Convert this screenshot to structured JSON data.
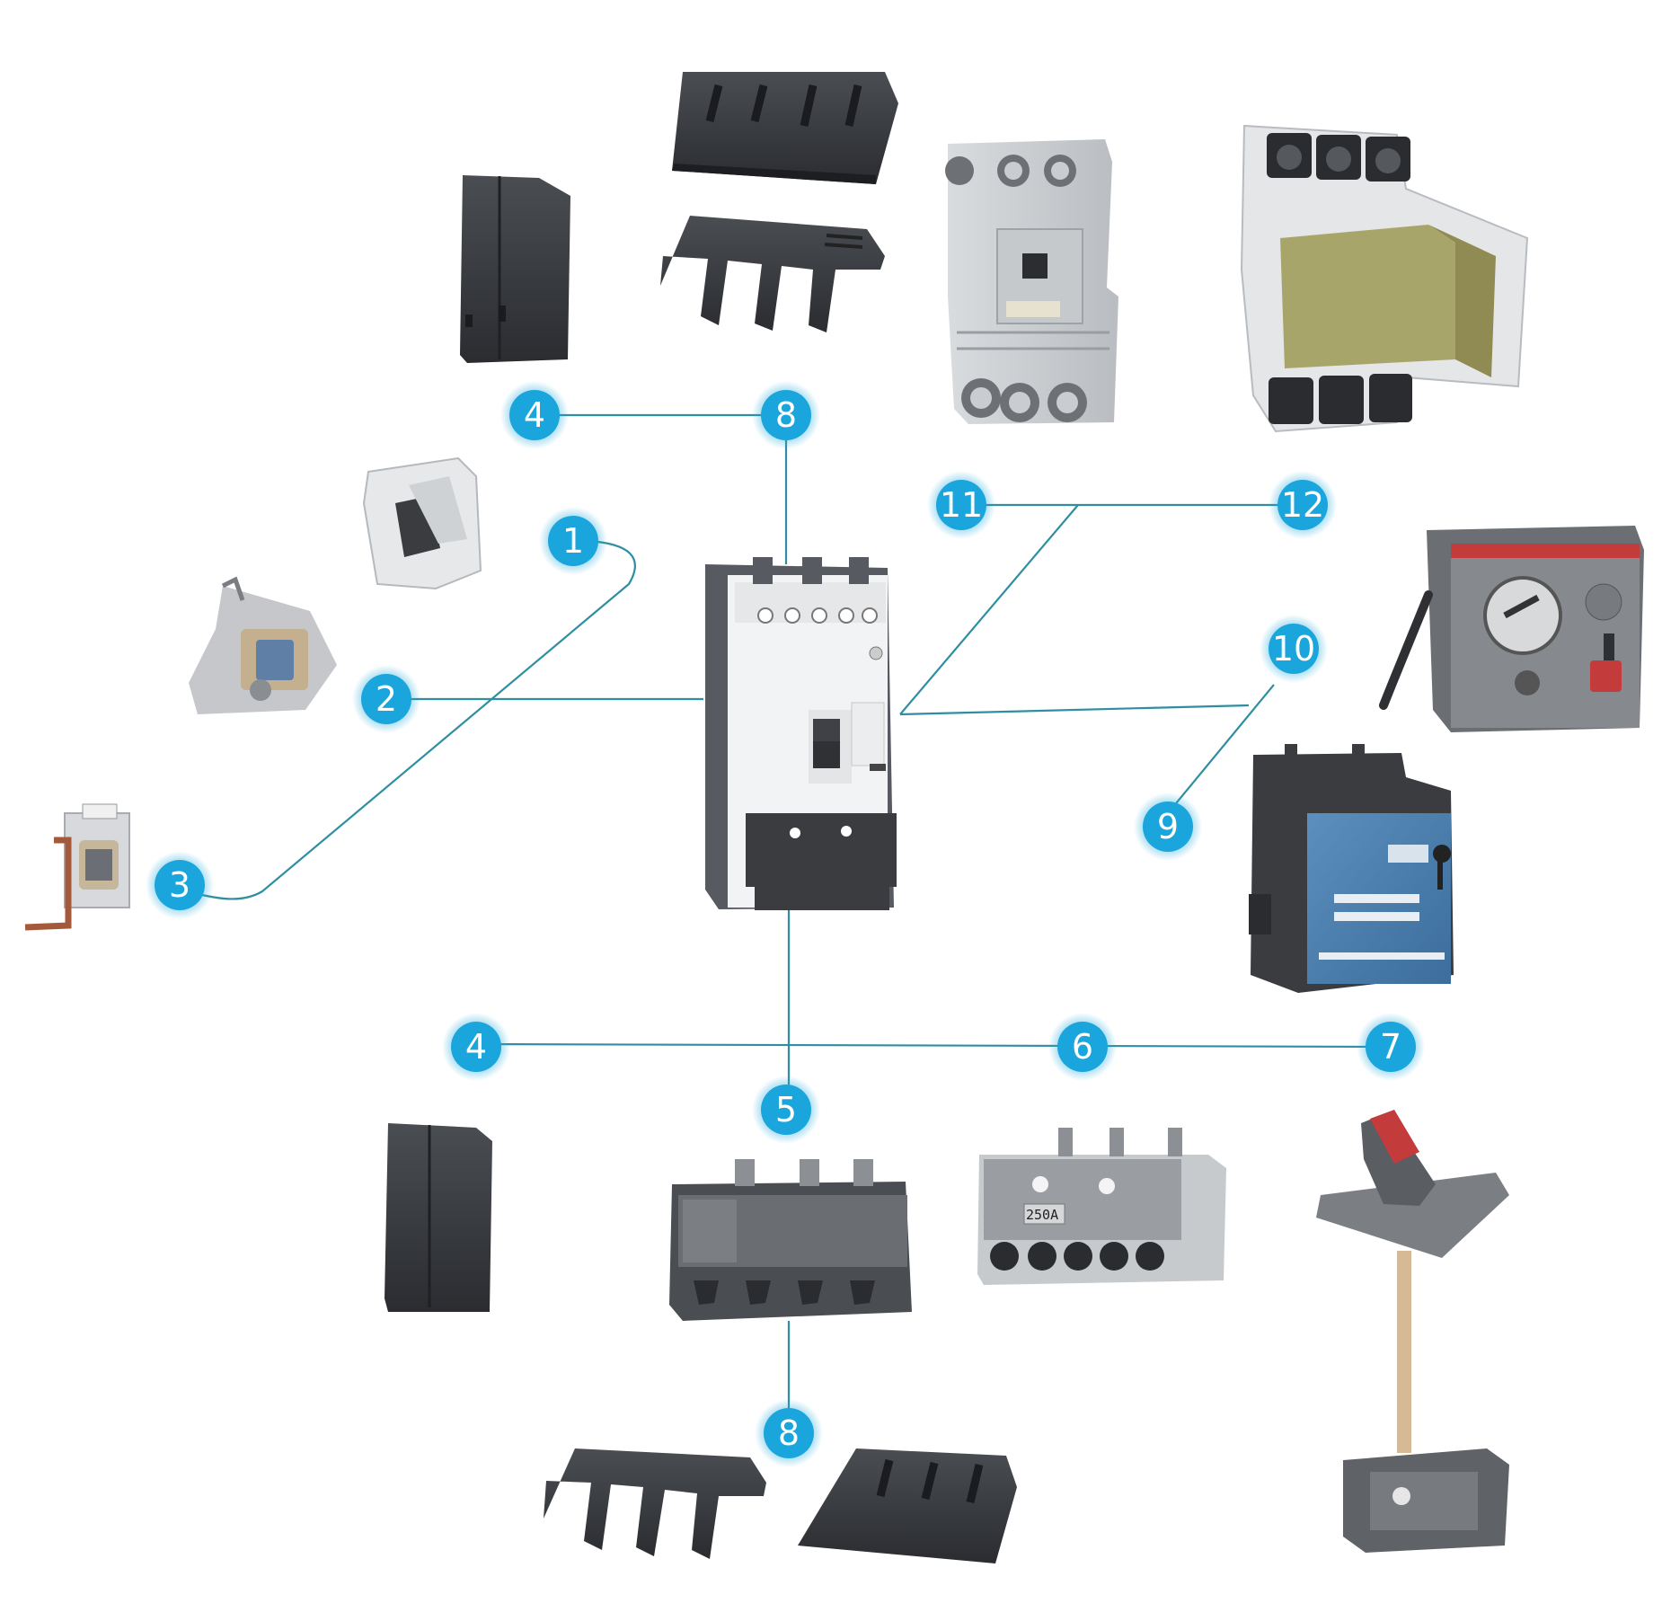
{
  "diagram": {
    "accent_color": "#1aa6dc",
    "line_color": "#2f8fa0",
    "badges": [
      {
        "id": "b4-top",
        "label": "4"
      },
      {
        "id": "b8-top",
        "label": "8"
      },
      {
        "id": "b1",
        "label": "1"
      },
      {
        "id": "b2",
        "label": "2"
      },
      {
        "id": "b3",
        "label": "3"
      },
      {
        "id": "b11",
        "label": "11"
      },
      {
        "id": "b12",
        "label": "12"
      },
      {
        "id": "b10",
        "label": "10"
      },
      {
        "id": "b9",
        "label": "9"
      },
      {
        "id": "b4-bottom",
        "label": "4"
      },
      {
        "id": "b6",
        "label": "6"
      },
      {
        "id": "b7",
        "label": "7"
      },
      {
        "id": "b5",
        "label": "5"
      },
      {
        "id": "b8-bottom",
        "label": "8"
      }
    ],
    "components": {
      "terminal_block_label": "250A"
    }
  }
}
